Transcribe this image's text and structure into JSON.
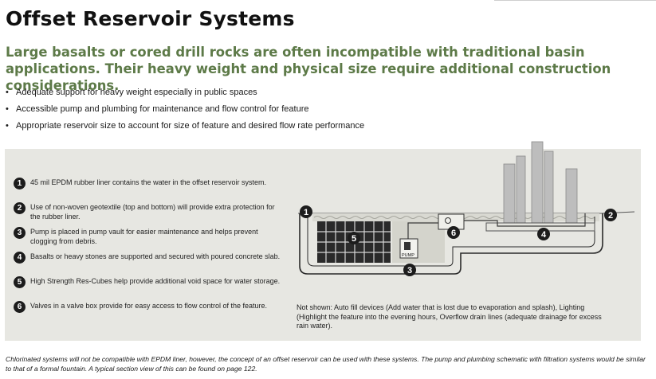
{
  "page": {
    "title": "Offset Reservoir Systems",
    "subtitle": "Large basalts or cored drill rocks are often incompatible with traditional basin applications. Their heavy weight and physical size require additional construction considerations."
  },
  "bullets": [
    "Adequate support for heavy weight especially in public spaces",
    "Accessible pump and plumbing for maintenance and flow control for feature",
    "Appropriate reservoir size to account for size of feature and desired flow rate performance"
  ],
  "legend": [
    {
      "num": "1",
      "text": "45 mil EPDM rubber liner contains the water in the offset reservoir system."
    },
    {
      "num": "2",
      "text": "Use of non-woven geotextile (top and bottom) will provide extra protection for the rubber liner."
    },
    {
      "num": "3",
      "text": "Pump is placed in pump vault for easier maintenance and helps prevent clogging from debris."
    },
    {
      "num": "4",
      "text": "Basalts or heavy stones are supported and secured with poured concrete slab."
    },
    {
      "num": "5",
      "text": "High Strength Res-Cubes help provide additional void space for water storage."
    },
    {
      "num": "6",
      "text": "Valves in a valve box provide for easy access to flow control of the feature."
    }
  ],
  "diagram": {
    "pump_label": "PUMP",
    "callouts": [
      "1",
      "2",
      "3",
      "4",
      "5",
      "6"
    ]
  },
  "not_shown": "Not shown: Auto fill devices (Add water that is lost due to evaporation and splash), Lighting (Highlight the feature into the evening hours, Overflow drain lines (adequate drainage for excess rain water).",
  "footnote": "Chlorinated systems will not be compatible with EPDM liner, however, the concept of an offset reservoir can be used with these systems. The pump and plumbing schematic with filtration systems would be similar to that of a formal fountain. A typical section view of this can be found on page 122."
}
